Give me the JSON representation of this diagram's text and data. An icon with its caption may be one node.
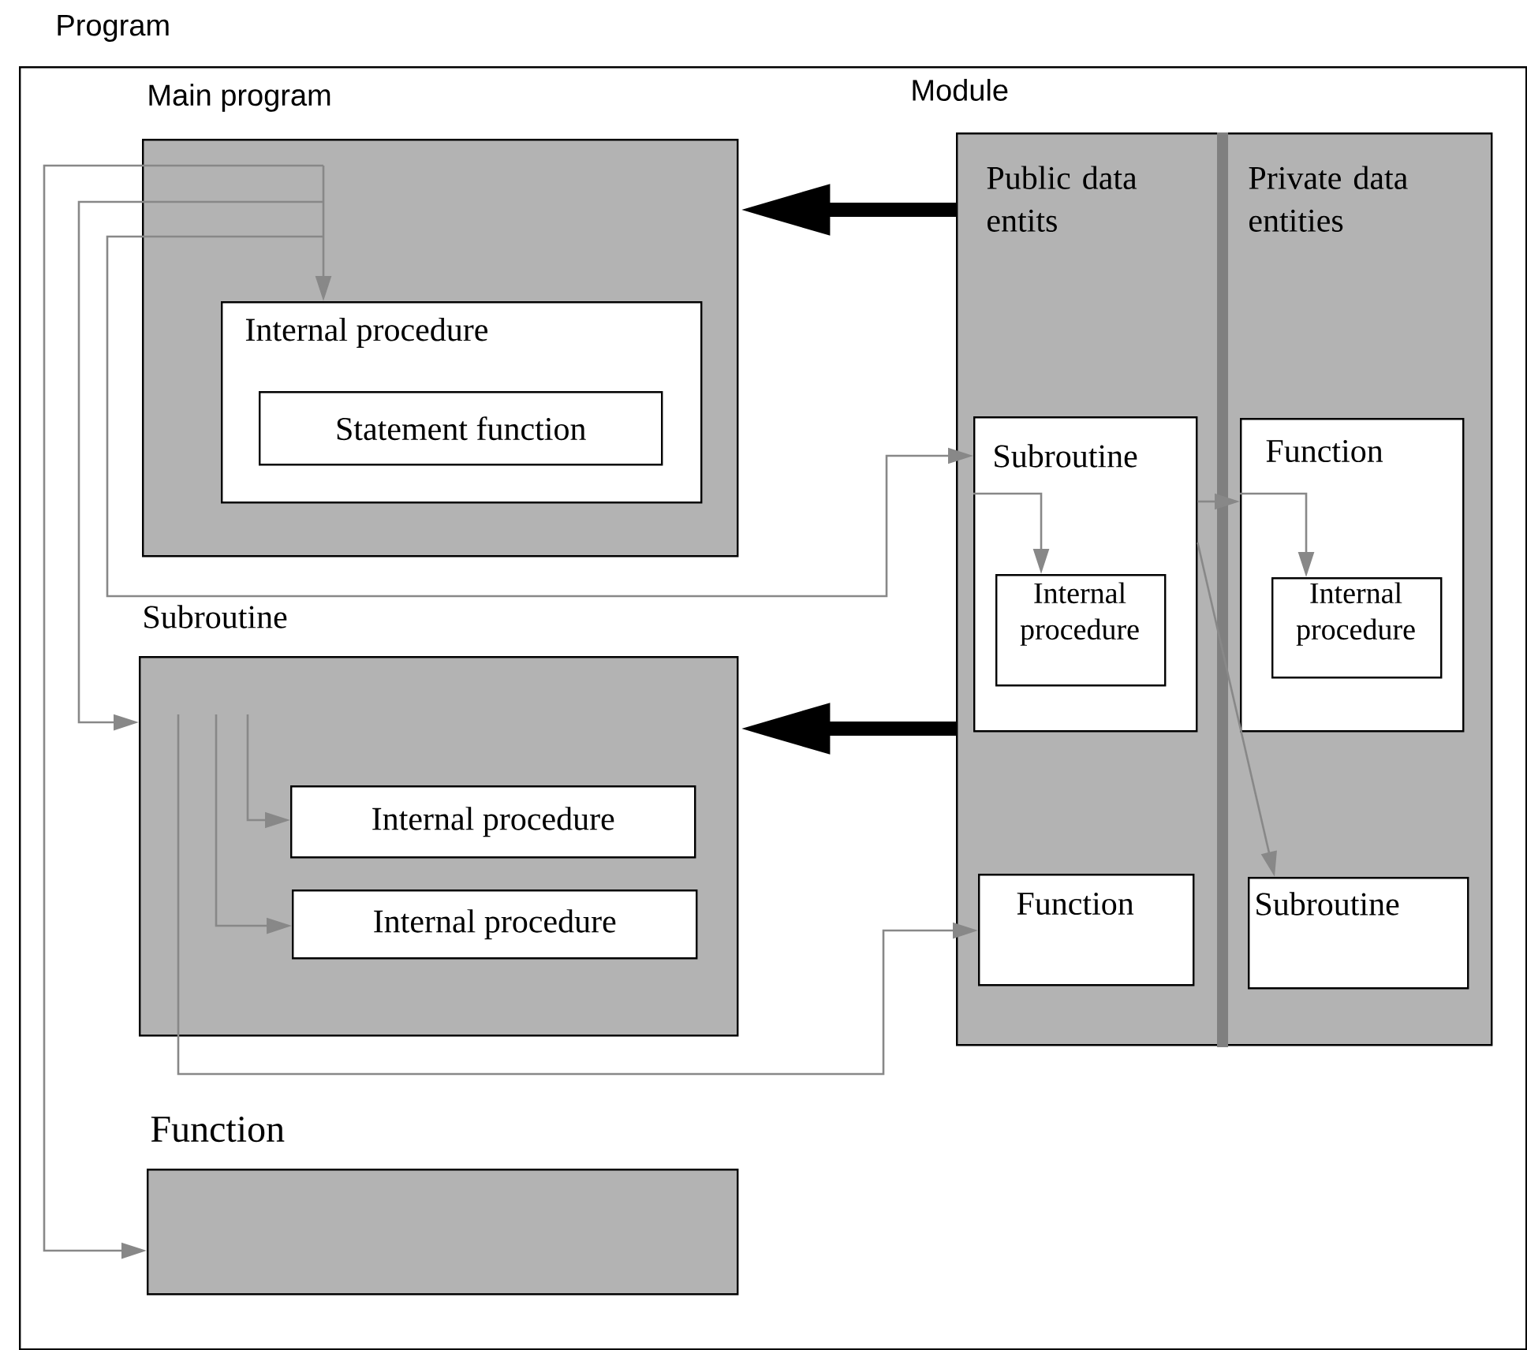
{
  "diagram": {
    "nodes": [
      {
        "text": [
          "Program"
        ]
      },
      {
        "text": [
          "Main program"
        ],
        "in": 0
      },
      {
        "text": [
          "Internal procedure"
        ],
        "in": 1
      },
      {
        "text": [
          "Statement function"
        ],
        "in": 2
      },
      {
        "text": [
          "Subroutine"
        ],
        "in": 0
      },
      {
        "text": [
          "Internal procedure"
        ],
        "in": 4
      },
      {
        "text": [
          "Internal procedure"
        ],
        "in": 4
      },
      {
        "text": [
          "Function"
        ],
        "in": 0
      },
      {
        "text": [
          "Module",
          "Public data entits",
          "Private data entities"
        ],
        "in": 0
      },
      {
        "text": [
          "Subroutine"
        ],
        "in": 8
      },
      {
        "text": [
          "Internal procedure"
        ],
        "in": 9
      },
      {
        "text": [
          "Function"
        ],
        "in": 8
      },
      {
        "text": [
          "Internal procedure"
        ],
        "in": 11
      },
      {
        "text": [
          "Function"
        ],
        "in": 8
      },
      {
        "text": [
          "Subroutine"
        ],
        "in": 8
      }
    ],
    "edges": [
      {
        "from": 8,
        "to": 1,
        "arrow": "to",
        "style": "thick",
        "color": "#000000"
      },
      {
        "from": 8,
        "to": 4,
        "arrow": "to",
        "style": "thick",
        "color": "#000000"
      },
      {
        "from": 1,
        "to": 2,
        "arrow": "to"
      },
      {
        "from": 1,
        "to": 4,
        "arrow": "to"
      },
      {
        "from": 1,
        "to": 7,
        "arrow": "to"
      },
      {
        "from": 1,
        "to": 9,
        "arrow": "to"
      },
      {
        "from": 4,
        "to": 5,
        "arrow": "to"
      },
      {
        "from": 4,
        "to": 6,
        "arrow": "to"
      },
      {
        "from": 4,
        "to": 13,
        "arrow": "to"
      },
      {
        "from": 9,
        "to": 10,
        "arrow": "to"
      },
      {
        "from": 9,
        "to": 11,
        "arrow": "to"
      },
      {
        "from": 9,
        "to": 14,
        "arrow": "to"
      },
      {
        "from": 11,
        "to": 12,
        "arrow": "to"
      }
    ]
  }
}
